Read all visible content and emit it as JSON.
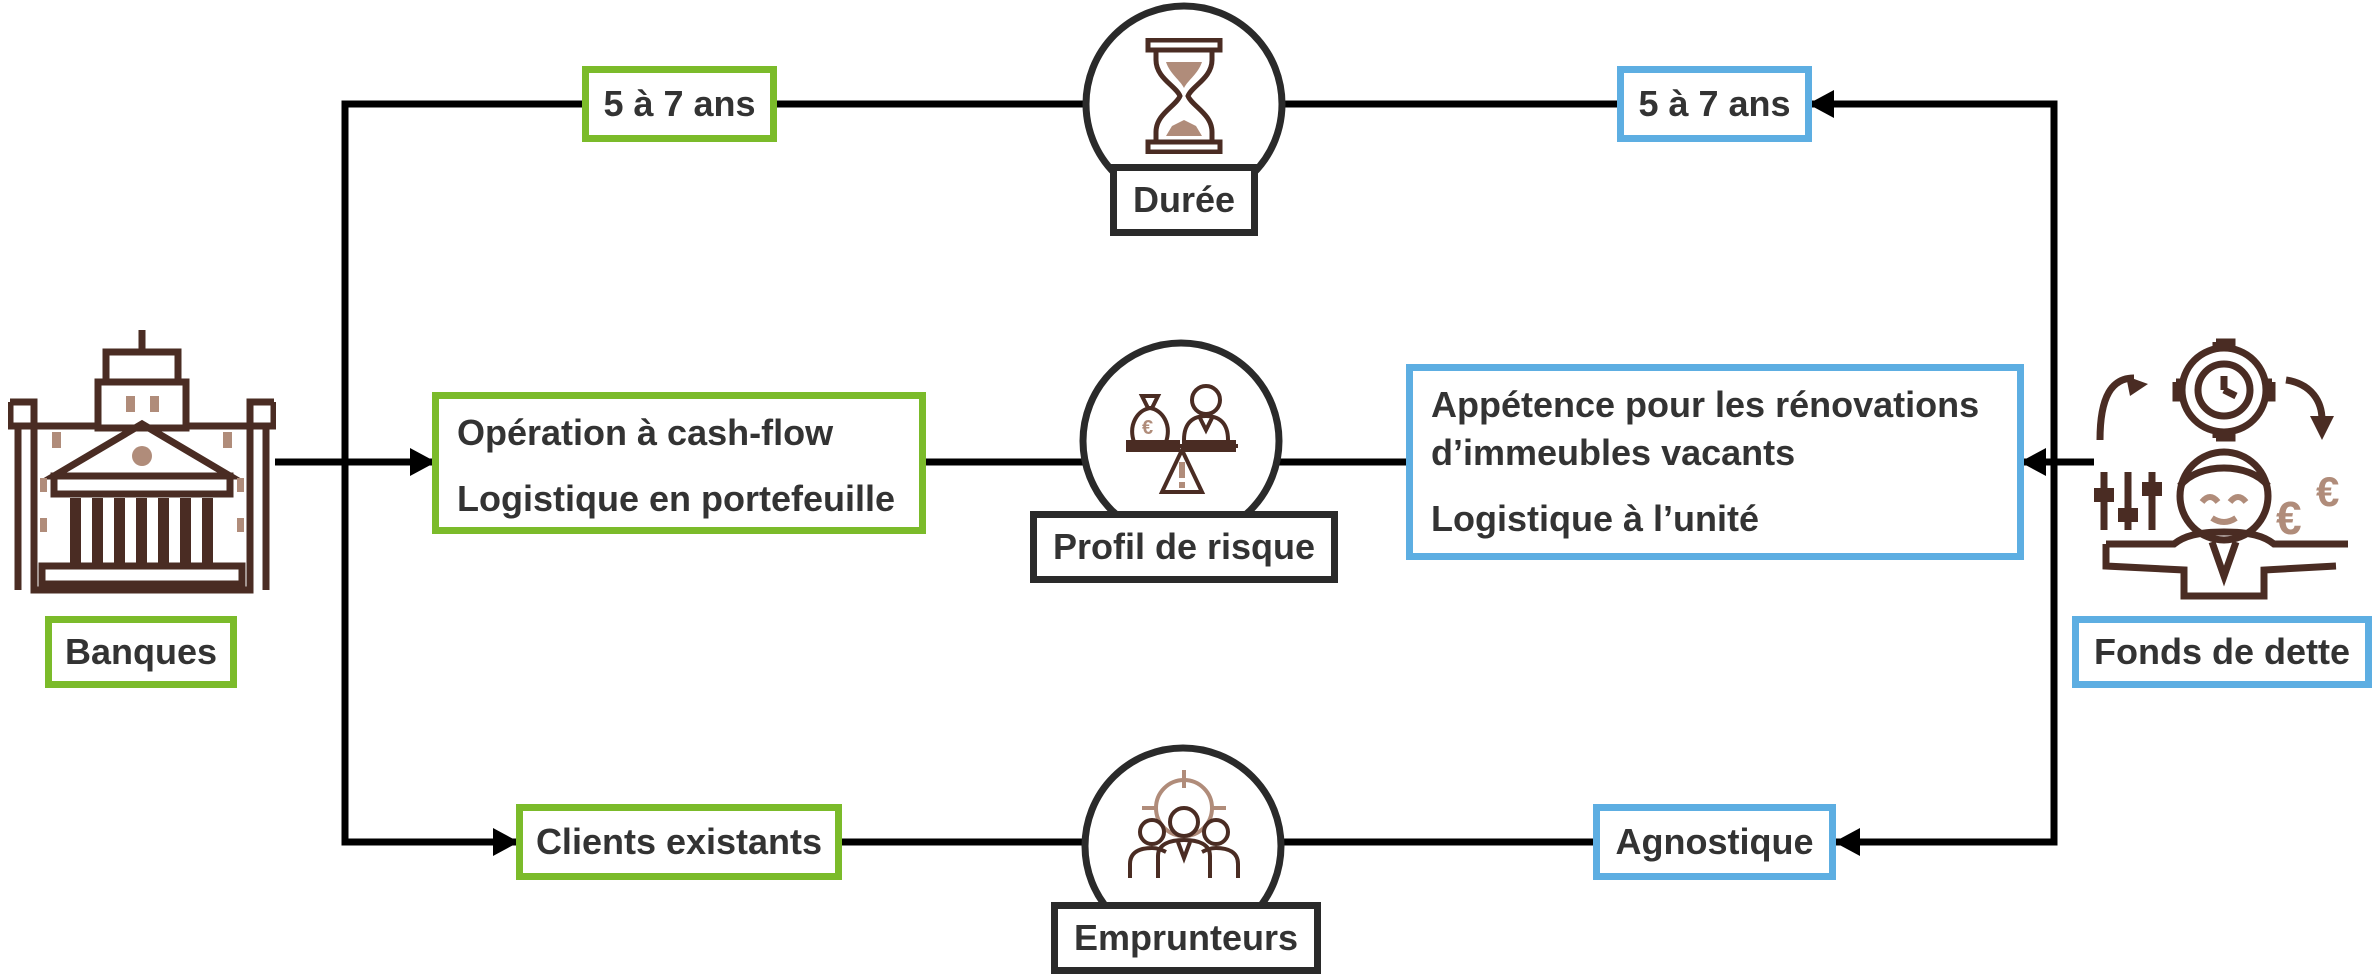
{
  "colors": {
    "bank_accent": "#7bbb2a",
    "fund_accent": "#5daee2",
    "criterion_border": "#2a2a2a",
    "icon_brown": "#4a2c23",
    "icon_tan": "#b08c7a",
    "text": "#333333"
  },
  "actors": {
    "left": {
      "label": "Banques",
      "icon": "bank-building-icon"
    },
    "right": {
      "label": "Fonds de dette",
      "icon": "debt-fund-manager-icon"
    }
  },
  "criteria": [
    {
      "label": "Durée",
      "icon": "hourglass-icon",
      "left_value": [
        "5 à 7 ans"
      ],
      "right_value": [
        "5 à 7 ans"
      ]
    },
    {
      "label": "Profil de risque",
      "icon": "risk-balance-icon",
      "left_value": [
        "Opération à cash-flow",
        "Logistique en portefeuille"
      ],
      "right_value": [
        "Appétence pour les rénovations",
        "d’immeubles vacants",
        "Logistique à l’unité"
      ]
    },
    {
      "label": "Emprunteurs",
      "icon": "borrowers-group-icon",
      "left_value": [
        "Clients existants"
      ],
      "right_value": [
        "Agnostique"
      ]
    }
  ]
}
